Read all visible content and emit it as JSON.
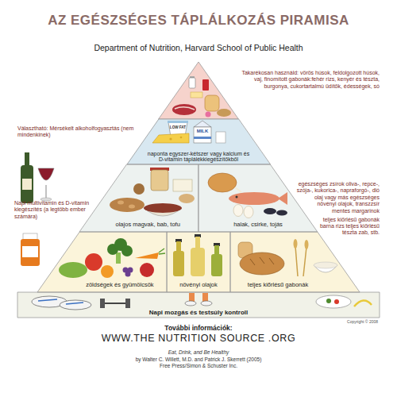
{
  "diagram": {
    "title": "AZ EGÉSZSÉGES TÁPLÁLKOZÁS PIRAMISA",
    "nodes": [
      {
        "text": [
          "naponta egyszer-kétszer vagy kalcium és D-vitamin táplálékkiegészítőkből"
        ]
      },
      {
        "text": [
          "olajos magvak, bab, tofu"
        ]
      },
      {
        "text": [
          "halak, csirke, tojás"
        ]
      },
      {
        "text": [
          "zöldségek és gyümölcsök"
        ]
      },
      {
        "text": [
          "növényi olajok"
        ]
      },
      {
        "text": [
          "teljes kiőrlésű gabonák"
        ]
      },
      {
        "text": [
          "Napi mozgás és testsúly kontroll"
        ]
      }
    ],
    "labels": [
      "Department of Nutrition, Harvard School of Public Health",
      "Takarékosan használd: vörös húsok, feldolgozott húsok, vaj, finomított gabonák:fehér rizs, kenyér és tészta, burgonya, cukortartalmú üdítők, édességek, só",
      "Választható: Mérsékelt alkoholfogyasztás (nem mindenkinek)",
      "LOW FAT",
      "MILK",
      "Napi multivitamin és D-vitamin kiegészítés (a legtöbb ember számára)",
      "egészséges zsírok oliva-, repce-, szója-, kukorica-, napraforgó-, dió olaj vagy más egészséges növényi olajok, transzzsír mentes margarinok",
      "teljes kiőrlésű gabonák barna rizs teljes kiőrlésű tészta zab, stb.",
      "Copyright © 2008",
      "További információk:",
      "WWW.THE NUTRITION SOURCE .ORG",
      "Eat, Drink, and Be Healthy",
      "by Walter C. Willett, M.D. and Patrick J. Skerrett (2005)",
      "Free Press/Simon & Schuster Inc."
    ]
  }
}
